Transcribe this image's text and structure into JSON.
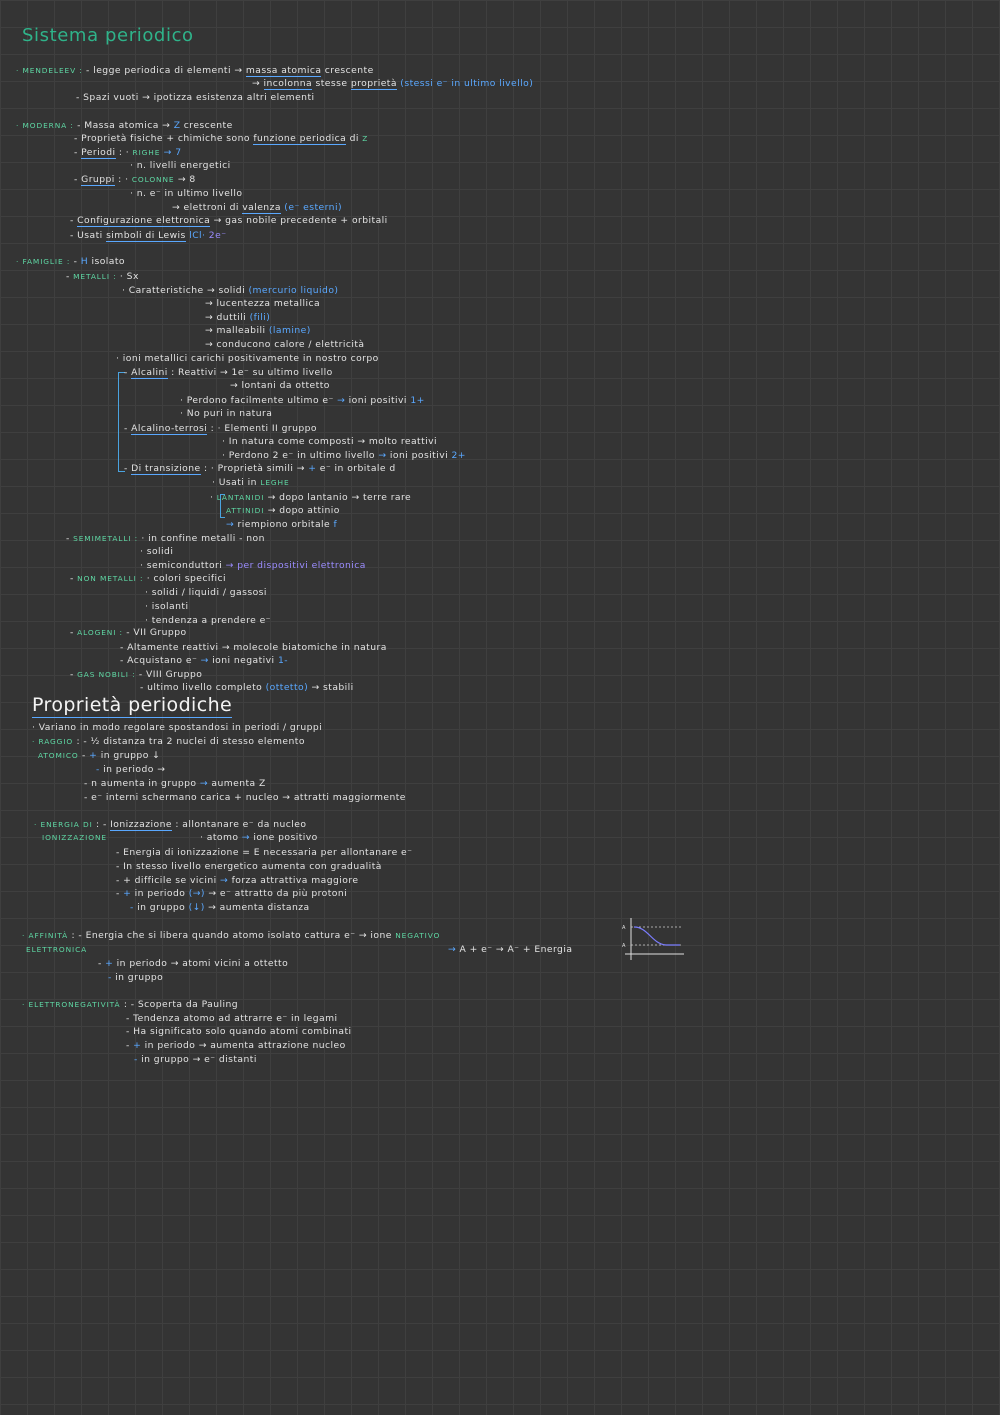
{
  "title": "Sistema periodico",
  "lines": [
    {
      "id": "l1",
      "segs": [
        {
          "t": "· MENDELEEV :",
          "c": "k"
        },
        {
          "t": " - legge periodica di elementi  → "
        },
        {
          "t": "massa atomica",
          "c": "u"
        },
        {
          "t": " crescente"
        }
      ]
    },
    {
      "id": "l2",
      "segs": [
        {
          "t": "→ "
        },
        {
          "t": "incolonna",
          "c": "u"
        },
        {
          "t": " stesse "
        },
        {
          "t": "proprietà",
          "c": "u"
        },
        {
          "t": "   (stessi e⁻ in ultimo livello)",
          "c": "b"
        }
      ]
    },
    {
      "id": "l3",
      "segs": [
        {
          "t": "- Spazi vuoti → ipotizza esistenza altri elementi"
        }
      ]
    },
    {
      "id": "l4",
      "segs": [
        {
          "t": "· MODERNA :",
          "c": "k"
        },
        {
          "t": " - Massa atomica  →  "
        },
        {
          "t": "Z",
          "c": "b"
        },
        {
          "t": " crescente"
        }
      ]
    },
    {
      "id": "l5",
      "segs": [
        {
          "t": "- Proprietà fisiche + chimiche sono "
        },
        {
          "t": "funzione periodica",
          "c": "u"
        },
        {
          "t": "  di  "
        },
        {
          "t": "Z",
          "c": "k"
        }
      ]
    },
    {
      "id": "l6",
      "segs": [
        {
          "t": "- "
        },
        {
          "t": "Periodi",
          "c": "u"
        },
        {
          "t": " :  · "
        },
        {
          "t": "RIGHE",
          "c": "k"
        },
        {
          "t": "  → 7",
          "c": "b"
        }
      ]
    },
    {
      "id": "l7",
      "segs": [
        {
          "t": "· n. livelli energetici"
        }
      ]
    },
    {
      "id": "l8",
      "segs": [
        {
          "t": "- "
        },
        {
          "t": "Gruppi",
          "c": "u"
        },
        {
          "t": " :  · "
        },
        {
          "t": "COLONNE",
          "c": "k"
        },
        {
          "t": "  → 8"
        }
      ]
    },
    {
      "id": "l9",
      "segs": [
        {
          "t": "· n. e⁻ in ultimo livello"
        }
      ]
    },
    {
      "id": "l10",
      "segs": [
        {
          "t": "→ elettroni di "
        },
        {
          "t": "valenza",
          "c": "u"
        },
        {
          "t": "  (e⁻ esterni)",
          "c": "b"
        }
      ]
    },
    {
      "id": "l11",
      "segs": [
        {
          "t": "- "
        },
        {
          "t": "Configurazione elettronica",
          "c": "u"
        },
        {
          "t": "  →  gas nobile precedente  +  orbitali"
        }
      ]
    },
    {
      "id": "l12",
      "segs": [
        {
          "t": "- Usati "
        },
        {
          "t": "simboli di Lewis",
          "c": "u"
        },
        {
          "t": "   "
        },
        {
          "t": "lCl·",
          "c": "b"
        },
        {
          "t": "  2e⁻",
          "c": "pu"
        }
      ]
    },
    {
      "id": "l13",
      "segs": [
        {
          "t": "· FAMIGLIE :",
          "c": "k"
        },
        {
          "t": "  - "
        },
        {
          "t": "H",
          "c": "b"
        },
        {
          "t": " isolato"
        }
      ]
    },
    {
      "id": "l14",
      "segs": [
        {
          "t": "- "
        },
        {
          "t": "METALLI :",
          "c": "k"
        },
        {
          "t": "  · Sx"
        }
      ]
    },
    {
      "id": "l15",
      "segs": [
        {
          "t": "· Caratteristiche  → solidi  "
        },
        {
          "t": "(mercurio liquido)",
          "c": "b"
        }
      ]
    },
    {
      "id": "l16",
      "segs": [
        {
          "t": "→ lucentezza metallica"
        }
      ]
    },
    {
      "id": "l17",
      "segs": [
        {
          "t": "→ duttili  "
        },
        {
          "t": "(fili)",
          "c": "b"
        }
      ]
    },
    {
      "id": "l18",
      "segs": [
        {
          "t": "→ malleabili  "
        },
        {
          "t": "(lamine)",
          "c": "b"
        }
      ]
    },
    {
      "id": "l19",
      "segs": [
        {
          "t": "→ conducono  calore / elettricità"
        }
      ]
    },
    {
      "id": "l20",
      "segs": [
        {
          "t": "· ioni metallici carichi positivamente in nostro corpo"
        }
      ]
    },
    {
      "id": "l21",
      "segs": [
        {
          "t": "- "
        },
        {
          "t": "Alcalini",
          "c": "u"
        },
        {
          "t": " :  Reattivi  →  1e⁻ su ultimo livello"
        }
      ]
    },
    {
      "id": "l22",
      "segs": [
        {
          "t": "→ lontani da ottetto"
        }
      ]
    },
    {
      "id": "l23",
      "segs": [
        {
          "t": "· Perdono facilmente ultimo e⁻  "
        },
        {
          "t": "→",
          "c": "b"
        },
        {
          "t": "  ioni positivi  "
        },
        {
          "t": "1+",
          "c": "b"
        }
      ]
    },
    {
      "id": "l24",
      "segs": [
        {
          "t": "· No puri in natura"
        }
      ]
    },
    {
      "id": "l25",
      "segs": [
        {
          "t": "- "
        },
        {
          "t": "Alcalino-terrosi",
          "c": "u"
        },
        {
          "t": " :  · Elementi II gruppo"
        }
      ]
    },
    {
      "id": "l26",
      "segs": [
        {
          "t": "· In natura come composti  →  molto reattivi"
        }
      ]
    },
    {
      "id": "l27",
      "segs": [
        {
          "t": "· Perdono  2 e⁻ in ultimo livello  "
        },
        {
          "t": "→",
          "c": "b"
        },
        {
          "t": "  ioni positivi  "
        },
        {
          "t": "2+",
          "c": "b"
        }
      ]
    },
    {
      "id": "l28",
      "segs": [
        {
          "t": "- "
        },
        {
          "t": "Di transizione",
          "c": "u"
        },
        {
          "t": " :  · Proprietà simili  →  "
        },
        {
          "t": "+",
          "c": "b"
        },
        {
          "t": " e⁻ in orbitale d"
        }
      ]
    },
    {
      "id": "l29",
      "segs": [
        {
          "t": "· Usati in "
        },
        {
          "t": "LEGHE",
          "c": "k"
        }
      ]
    },
    {
      "id": "l30",
      "segs": [
        {
          "t": "· "
        },
        {
          "t": "LANTANIDI",
          "c": "k"
        },
        {
          "t": "  → dopo lantanio  →  terre rare"
        }
      ]
    },
    {
      "id": "l31",
      "segs": [
        {
          "t": "ATTINIDI",
          "c": "k"
        },
        {
          "t": "  → dopo attinio"
        }
      ]
    },
    {
      "id": "l32",
      "segs": [
        {
          "t": "→",
          "c": "b"
        },
        {
          "t": " riempiono orbitale "
        },
        {
          "t": "f",
          "c": "b"
        }
      ]
    },
    {
      "id": "l33",
      "segs": [
        {
          "t": "- "
        },
        {
          "t": "SEMIMETALLI :",
          "c": "k"
        },
        {
          "t": "  · in confine  metalli - non"
        }
      ]
    },
    {
      "id": "l34",
      "segs": [
        {
          "t": "· solidi"
        }
      ]
    },
    {
      "id": "l35",
      "segs": [
        {
          "t": "· semiconduttori  "
        },
        {
          "t": "→ per dispositivi elettronica",
          "c": "pu"
        }
      ]
    },
    {
      "id": "l36",
      "segs": [
        {
          "t": "- "
        },
        {
          "t": "NON METALLI :",
          "c": "k"
        },
        {
          "t": "  · colori specifici"
        }
      ]
    },
    {
      "id": "l37",
      "segs": [
        {
          "t": "· solidi / liquidi / gassosi"
        }
      ]
    },
    {
      "id": "l38",
      "segs": [
        {
          "t": "· isolanti"
        }
      ]
    },
    {
      "id": "l39",
      "segs": [
        {
          "t": "· tendenza  a  prendere  e⁻"
        }
      ]
    },
    {
      "id": "l40",
      "segs": [
        {
          "t": "- "
        },
        {
          "t": "ALOGENI :",
          "c": "k"
        },
        {
          "t": "  - VII Gruppo"
        }
      ]
    },
    {
      "id": "l41",
      "segs": [
        {
          "t": "- Altamente reattivi  → molecole biatomiche in natura"
        }
      ]
    },
    {
      "id": "l42",
      "segs": [
        {
          "t": "- Acquistano e⁻  "
        },
        {
          "t": "→",
          "c": "b"
        },
        {
          "t": "  ioni negativi  "
        },
        {
          "t": "1-",
          "c": "b"
        }
      ]
    },
    {
      "id": "l43",
      "segs": [
        {
          "t": "- "
        },
        {
          "t": "GAS NOBILI :",
          "c": "k"
        },
        {
          "t": "  - VIII Gruppo"
        }
      ]
    },
    {
      "id": "l44",
      "segs": [
        {
          "t": "- ultimo livello completo  "
        },
        {
          "t": "(ottetto)",
          "c": "b"
        },
        {
          "t": "  →  stabili"
        }
      ]
    },
    {
      "id": "l46",
      "segs": [
        {
          "t": "· Variano in modo regolare spostandosi in periodi / gruppi"
        }
      ]
    },
    {
      "id": "l47",
      "segs": [
        {
          "t": "· RAGGIO",
          "c": "k"
        },
        {
          "t": " : - ½ distanza tra 2 nuclei di stesso elemento"
        }
      ]
    },
    {
      "id": "l48",
      "segs": [
        {
          "t": "ATOMICO",
          "c": "k"
        },
        {
          "t": "   - "
        },
        {
          "t": "+",
          "c": "b"
        },
        {
          "t": " in gruppo  ↓"
        }
      ]
    },
    {
      "id": "l49",
      "segs": [
        {
          "t": "-",
          "c": "b"
        },
        {
          "t": " in periodo  →"
        }
      ]
    },
    {
      "id": "l50",
      "segs": [
        {
          "t": "- n aumenta in gruppo  "
        },
        {
          "t": "→",
          "c": "b"
        },
        {
          "t": "  aumenta Z"
        }
      ]
    },
    {
      "id": "l51",
      "segs": [
        {
          "t": "- e⁻ interni schermano carica + nucleo  →  attratti maggiormente"
        }
      ]
    },
    {
      "id": "l52",
      "segs": [
        {
          "t": "· ENERGIA DI",
          "c": "k"
        },
        {
          "t": "   : - "
        },
        {
          "t": "Ionizzazione",
          "c": "u"
        },
        {
          "t": " : allontanare  e⁻ da nucleo"
        }
      ]
    },
    {
      "id": "l53",
      "segs": [
        {
          "t": "IONIZZAZIONE",
          "c": "k"
        }
      ]
    },
    {
      "id": "l54",
      "segs": [
        {
          "t": "· atomo  "
        },
        {
          "t": "→",
          "c": "b"
        },
        {
          "t": "  ione positivo"
        }
      ]
    },
    {
      "id": "l55",
      "segs": [
        {
          "t": "- Energia di ionizzazione  =  E necessaria per allontanare e⁻"
        }
      ]
    },
    {
      "id": "l56",
      "segs": [
        {
          "t": "- In stesso livello energetico aumenta  con gradualità"
        }
      ]
    },
    {
      "id": "l57",
      "segs": [
        {
          "t": "- + difficile se vicini  "
        },
        {
          "t": "→",
          "c": "b"
        },
        {
          "t": "  forza attrattiva maggiore"
        }
      ]
    },
    {
      "id": "l58",
      "segs": [
        {
          "t": "- "
        },
        {
          "t": "+",
          "c": "b"
        },
        {
          "t": " in periodo  "
        },
        {
          "t": "(→)",
          "c": "b"
        },
        {
          "t": "  →  e⁻ attratto da più protoni"
        }
      ]
    },
    {
      "id": "l59",
      "segs": [
        {
          "t": "-",
          "c": "b"
        },
        {
          "t": " in gruppo  "
        },
        {
          "t": "(↓)",
          "c": "b"
        },
        {
          "t": "  →  aumenta distanza"
        }
      ]
    },
    {
      "id": "l60",
      "segs": [
        {
          "t": "· AFFINITÀ",
          "c": "k"
        },
        {
          "t": "      : - Energia  che si libera  quando atomo  isolato  cattura  e⁻   →  ione "
        },
        {
          "t": "NEGATIVO",
          "c": "k"
        }
      ]
    },
    {
      "id": "l61",
      "segs": [
        {
          "t": "ELETTRONICA",
          "c": "k"
        }
      ]
    },
    {
      "id": "l62",
      "segs": [
        {
          "t": "→",
          "c": "b"
        },
        {
          "t": " A + e⁻  →  A⁻  + Energia"
        }
      ]
    },
    {
      "id": "l63",
      "segs": [
        {
          "t": "- "
        },
        {
          "t": "+",
          "c": "b"
        },
        {
          "t": " in periodo  →  atomi vicini  a  ottetto"
        }
      ]
    },
    {
      "id": "l64",
      "segs": [
        {
          "t": "-",
          "c": "b"
        },
        {
          "t": " in gruppo"
        }
      ]
    },
    {
      "id": "l65",
      "segs": [
        {
          "t": "· ELETTRONEGATIVITÀ",
          "c": "k"
        },
        {
          "t": " : - Scoperta da Pauling"
        }
      ]
    },
    {
      "id": "l66",
      "segs": [
        {
          "t": "- Tendenza  atomo  ad  attrarre  e⁻  in  legami"
        }
      ]
    },
    {
      "id": "l67",
      "segs": [
        {
          "t": "- Ha significato solo quando atomi combinati"
        }
      ]
    },
    {
      "id": "l68",
      "segs": [
        {
          "t": "- "
        },
        {
          "t": "+",
          "c": "b"
        },
        {
          "t": " in periodo  →  aumenta  attrazione nucleo"
        }
      ]
    },
    {
      "id": "l69",
      "segs": [
        {
          "t": "-",
          "c": "b"
        },
        {
          "t": " in gruppo  →  e⁻ distanti"
        }
      ]
    }
  ],
  "heading2": "Proprietà periodiche",
  "graph_labels": {
    "a1": "A",
    "a2": "A"
  },
  "colors": {
    "accent_green": "#5fd8a4",
    "accent_blue": "#5aa8ff",
    "accent_purple": "#9b8cff",
    "background": "#343434"
  }
}
